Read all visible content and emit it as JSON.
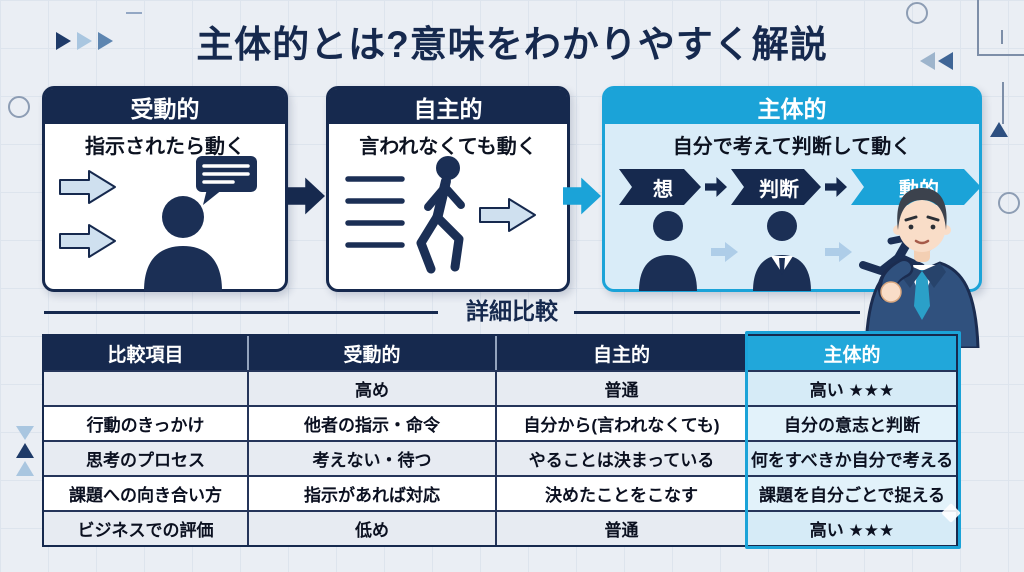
{
  "title": "主体的とは?意味をわかりやすく解説",
  "colors": {
    "navy": "#16294e",
    "cyan": "#1ba3d8",
    "light_blue_arrow": "#cfe0ef",
    "box3_body": "#d9ecf8",
    "table_alt_row": "#e7ebf2",
    "accent_cell": "#d6ebf7"
  },
  "icons": {
    "flow_arrow": "block-arrow-right",
    "instruction_arrow": "light-block-arrow-right",
    "person": "person-silhouette",
    "speech_bubble": "speech-bubble",
    "speed_lines": "motion-lines",
    "walking_person": "walking-person",
    "running_person": "running-person",
    "person_tie": "business-person-silhouette",
    "businessman": "businessman-illustration",
    "star": "★"
  },
  "flow": {
    "boxes": [
      {
        "header": "受動的",
        "desc": "指示されたら動く"
      },
      {
        "header": "自主的",
        "desc": "言われなくても動く"
      },
      {
        "header": "主体的",
        "desc": "自分で考えて判断して動く",
        "steps": [
          "想",
          "判断",
          "動的"
        ]
      }
    ]
  },
  "divider": {
    "label": "詳細比較"
  },
  "table": {
    "headers": [
      "比較項目",
      "受動的",
      "自主的",
      "主体的"
    ],
    "rows": [
      {
        "cells": [
          "",
          "高め",
          "普通",
          "高い ★★★"
        ]
      },
      {
        "cells": [
          "行動のきっかけ",
          "他者の指示・命令",
          "自分から(言われなくても)",
          "自分の意志と判断"
        ]
      },
      {
        "cells": [
          "思考のプロセス",
          "考えない・待つ",
          "やることは決まっている",
          "何をすべきか自分で考える"
        ]
      },
      {
        "cells": [
          "課題への向き合い方",
          "指示があれば対応",
          "決めたことをこなす",
          "課題を自分ごとで捉える"
        ]
      },
      {
        "cells": [
          "ビジネスでの評価",
          "低め",
          "普通",
          "高い ★★★"
        ]
      }
    ]
  }
}
